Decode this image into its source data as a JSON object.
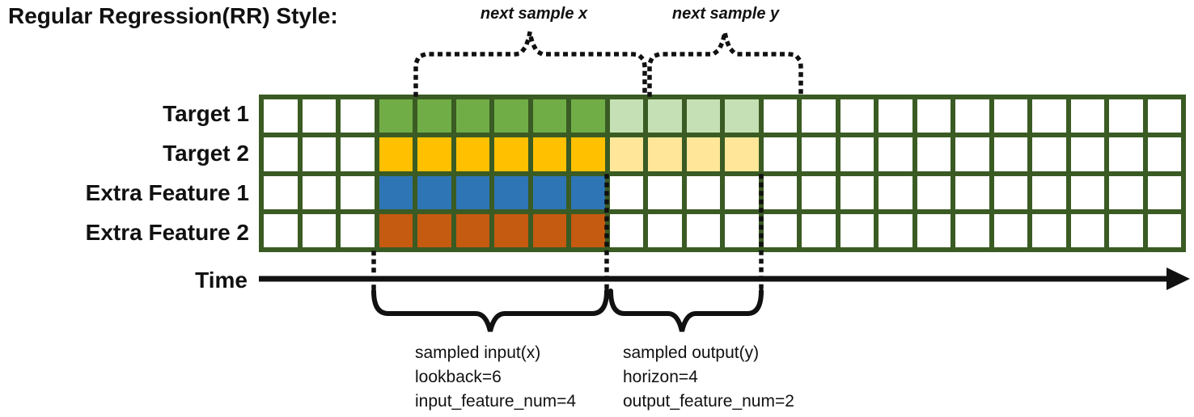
{
  "title": "Regular Regression(RR) Style:",
  "top_annotations": {
    "next_sample_x": "next sample x",
    "next_sample_y": "next sample y"
  },
  "rows": [
    {
      "label": "Target 1",
      "solid_color": "#70AD47",
      "light_color": "#C5E0B4"
    },
    {
      "label": "Target 2",
      "solid_color": "#FFC000",
      "light_color": "#FFE699"
    },
    {
      "label": "Extra Feature 1",
      "solid_color": "#2E75B6",
      "light_color": null
    },
    {
      "label": "Extra Feature 2",
      "solid_color": "#C55A11",
      "light_color": null
    }
  ],
  "grid": {
    "num_cols": 24,
    "num_rows": 4,
    "input_col_start": 4,
    "input_col_end": 9,
    "output_col_start": 10,
    "output_col_end": 13
  },
  "time_axis": {
    "label": "Time"
  },
  "bottom_annotations": {
    "input": {
      "lines": [
        "sampled input(x)",
        "lookback=6",
        "input_feature_num=4"
      ]
    },
    "output": {
      "lines": [
        "sampled output(y)",
        "horizon=4",
        "output_feature_num=2"
      ]
    }
  },
  "colors": {
    "grid_border": "#3A5B23",
    "cell_empty": "#FFFFFF",
    "annotation_black": "#111111"
  }
}
